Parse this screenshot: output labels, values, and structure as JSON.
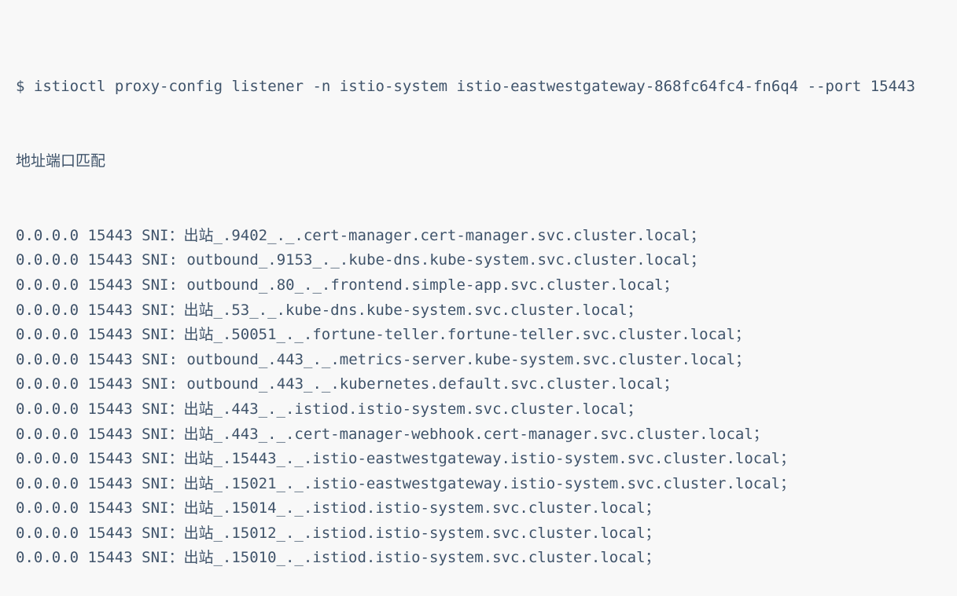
{
  "colors": {
    "background": "#f8f8f8",
    "text": "#3f536a"
  },
  "terminal": {
    "command_line": "$ istioctl proxy-config listener -n istio-system istio-eastwestgateway-868fc64fc4-fn6q4 --port 15443",
    "header": "地址端口匹配",
    "rows": [
      "0.0.0.0 15443 SNI：出站_.9402_._.cert-manager.cert-manager.svc.cluster.local；",
      "0.0.0.0 15443 SNI: outbound_.9153_._.kube-dns.kube-system.svc.cluster.local；",
      "0.0.0.0 15443 SNI: outbound_.80_._.frontend.simple-app.svc.cluster.local；",
      "0.0.0.0 15443 SNI：出站_.53_._.kube-dns.kube-system.svc.cluster.local；",
      "0.0.0.0 15443 SNI：出站_.50051_._.fortune-teller.fortune-teller.svc.cluster.local；",
      "0.0.0.0 15443 SNI: outbound_.443_._.metrics-server.kube-system.svc.cluster.local；",
      "0.0.0.0 15443 SNI: outbound_.443_._.kubernetes.default.svc.cluster.local；",
      "0.0.0.0 15443 SNI：出站_.443_._.istiod.istio-system.svc.cluster.local；",
      "0.0.0.0 15443 SNI：出站_.443_._.cert-manager-webhook.cert-manager.svc.cluster.local；",
      "0.0.0.0 15443 SNI：出站_.15443_._.istio-eastwestgateway.istio-system.svc.cluster.local；",
      "0.0.0.0 15443 SNI：出站_.15021_._.istio-eastwestgateway.istio-system.svc.cluster.local；",
      "0.0.0.0 15443 SNI：出站_.15014_._.istiod.istio-system.svc.cluster.local；",
      "0.0.0.0 15443 SNI：出站_.15012_._.istiod.istio-system.svc.cluster.local；",
      "0.0.0.0 15443 SNI：出站_.15010_._.istiod.istio-system.svc.cluster.local；"
    ]
  }
}
